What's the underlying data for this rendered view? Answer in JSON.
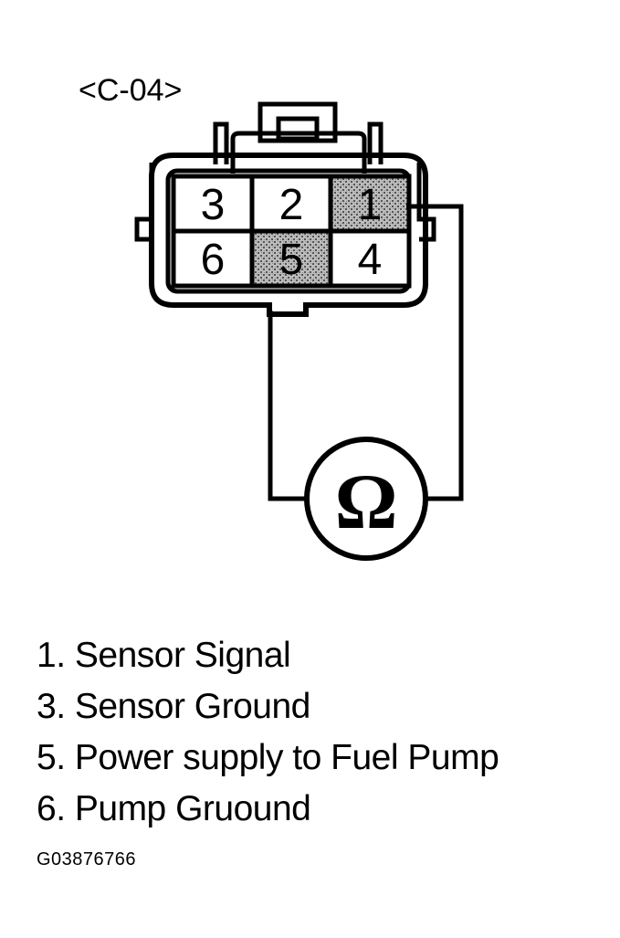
{
  "connector": {
    "label": "<C-04>",
    "pins": [
      {
        "id": "pin-1",
        "number": "1",
        "highlighted": true
      },
      {
        "id": "pin-2",
        "number": "2",
        "highlighted": false
      },
      {
        "id": "pin-3",
        "number": "3",
        "highlighted": false
      },
      {
        "id": "pin-4",
        "number": "4",
        "highlighted": false
      },
      {
        "id": "pin-5",
        "number": "5",
        "highlighted": true
      },
      {
        "id": "pin-6",
        "number": "6",
        "highlighted": false
      }
    ]
  },
  "meter": {
    "symbol": "Ω",
    "icon": "ohmmeter-icon"
  },
  "legend": [
    {
      "text": "1. Sensor Signal"
    },
    {
      "text": "3. Sensor Ground"
    },
    {
      "text": "5. Power supply to Fuel Pump"
    },
    {
      "text": "6. Pump Gruound"
    }
  ],
  "figure_id": "G03876766",
  "colors": {
    "line": "#000000",
    "background": "#ffffff",
    "highlight": "#a8a8a8"
  }
}
